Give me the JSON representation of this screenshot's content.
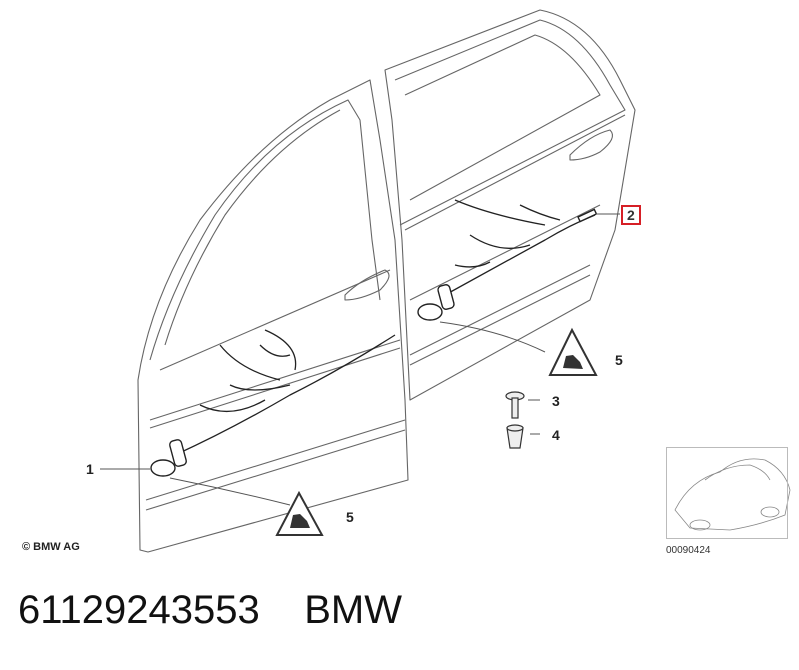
{
  "callouts": {
    "c1": "1",
    "c2": "2",
    "c3": "3",
    "c4": "4",
    "c5a": "5",
    "c5b": "5"
  },
  "copyright": "© BMW AG",
  "thumbnail_code": "00090424",
  "footer": {
    "part_number": "61129243553",
    "brand": "BMW"
  },
  "colors": {
    "highlight": "#d61f26",
    "line": "#555555",
    "wire": "#222222"
  }
}
